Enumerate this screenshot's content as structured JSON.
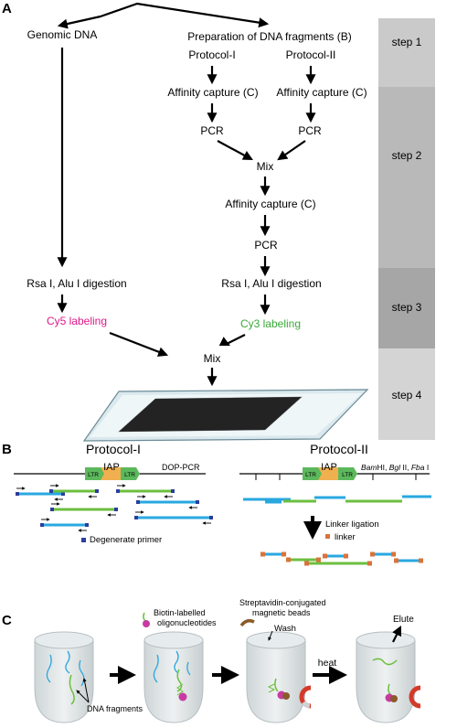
{
  "panel_a": {
    "label": "A",
    "genomic_dna": "Genomic DNA",
    "preparation": "Preparation of DNA fragments (B)",
    "protocol_1": "Protocol-I",
    "protocol_2": "Protocol-II",
    "affinity_capture": "Affinity capture (C)",
    "pcr": "PCR",
    "mix": "Mix",
    "digestion": "Rsa I, Alu I digestion",
    "cy5": "Cy5 labeling",
    "cy3": "Cy3 labeling",
    "steps": [
      "step 1",
      "step 2",
      "step 3",
      "step 4"
    ],
    "colors": {
      "cy5": "#e0188c",
      "cy3": "#3aa83a"
    }
  },
  "panel_b": {
    "label": "B",
    "protocol_1": "Protocol-I",
    "protocol_2": "Protocol-II",
    "iap": "IAP",
    "ltr": "LTR",
    "dop_pcr": "DOP-PCR",
    "enzymes": {
      "bam": "Bam",
      "bam_suffix": "HI,",
      "bgl": "Bgl",
      "bgl_suffix": " II,",
      "fba": "Fba",
      "fba_suffix": " I"
    },
    "degenerate_primer": "Degenerate primer",
    "linker_ligation": "Linker ligation",
    "linker": "linker",
    "colors": {
      "fragment_blue": "#29a8e0",
      "fragment_green": "#6cbf3f",
      "iap": "#f0b050",
      "ltr": "#5cb85c",
      "primer": "#2c3e9c",
      "linker": "#d9733a"
    }
  },
  "panel_c": {
    "label": "C",
    "biotin": "Biotin-labelled\noligonucleotides",
    "streptavidin": "Streptavidin-conjugated\nmagnetic beads",
    "wash": "Wash",
    "heat": "heat",
    "elute": "Elute",
    "dna_fragments": "DNA fragments"
  }
}
